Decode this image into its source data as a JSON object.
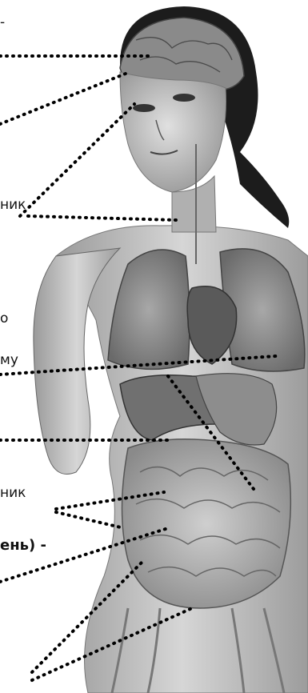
{
  "figure": {
    "style": "grayscale anatomical illustration",
    "labels": [
      {
        "id": "label-1",
        "text": "-",
        "bold": false
      },
      {
        "id": "label-2",
        "text": "ник",
        "bold": false
      },
      {
        "id": "label-3",
        "text": "о",
        "bold": false
      },
      {
        "id": "label-4",
        "text": "му",
        "bold": false
      },
      {
        "id": "label-5",
        "text": "ник",
        "bold": false
      },
      {
        "id": "label-6",
        "text": "ень) -",
        "bold": true
      }
    ]
  },
  "colors": {
    "background": "#ffffff",
    "ink": "#111111",
    "body_tone": "#b5b5b5",
    "organ_dark": "#5a5a5a",
    "organ_mid": "#8a8a8a",
    "hair": "#1a1a1a"
  }
}
